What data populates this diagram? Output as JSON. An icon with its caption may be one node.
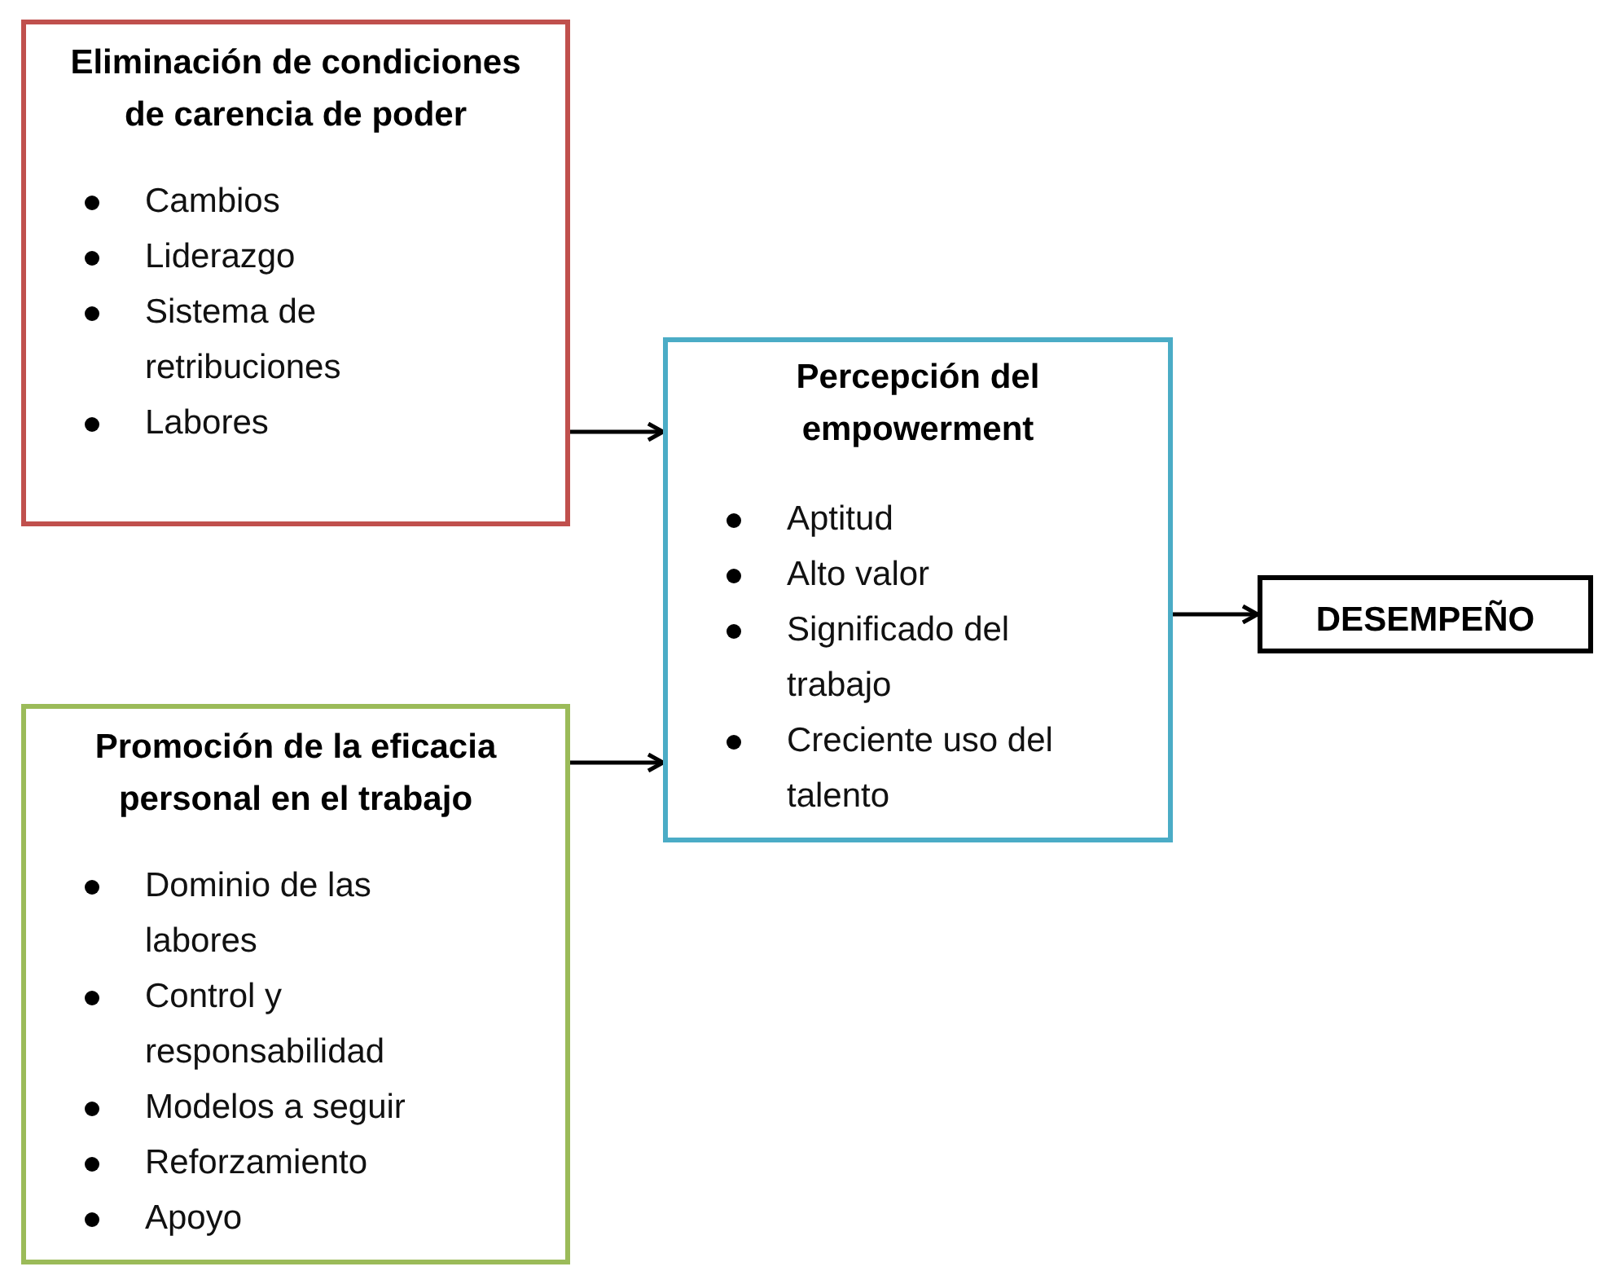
{
  "diagram": {
    "nodes": [
      {
        "text": [
          "Eliminación de condiciones de carencia de poder",
          "Cambios",
          "Liderazgo",
          "Sistema de retribuciones",
          "Labores"
        ]
      },
      {
        "text": [
          "Promoción de la eficacia personal en el trabajo",
          "Dominio de las labores",
          "Control y responsabilidad",
          "Modelos a seguir",
          "Reforzamiento",
          "Apoyo"
        ]
      },
      {
        "text": [
          "Percepción del empowerment",
          "Aptitud",
          "Alto valor",
          "Significado del trabajo",
          "Creciente uso del talento"
        ]
      },
      {
        "text": [
          "DESEMPEÑO"
        ]
      }
    ],
    "edges": [
      {
        "from": 0,
        "to": 2,
        "arrow": "to"
      },
      {
        "from": 1,
        "to": 2,
        "arrow": "to"
      },
      {
        "from": 2,
        "to": 3,
        "arrow": "to"
      }
    ]
  }
}
